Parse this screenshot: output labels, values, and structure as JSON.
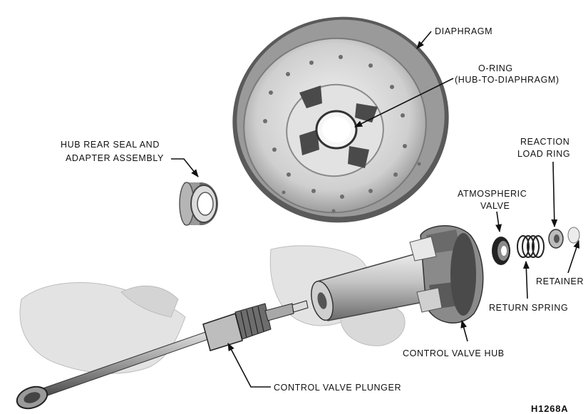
{
  "labels": {
    "diaphragm": "DIAPHRAGM",
    "oring_1": "O-RING",
    "oring_2": "(HUB-TO-DIAPHRAGM)",
    "hub_seal_1": "HUB REAR SEAL AND",
    "hub_seal_2": "ADAPTER ASSEMBLY",
    "reaction_1": "REACTION",
    "reaction_2": "LOAD RING",
    "atmos_1": "ATMOSPHERIC",
    "atmos_2": "VALVE",
    "retainer": "RETAINER",
    "return_spring": "RETURN SPRING",
    "cv_hub": "CONTROL VALVE HUB",
    "cv_plunger": "CONTROL VALVE PLUNGER"
  },
  "figure_id": "H1268A"
}
